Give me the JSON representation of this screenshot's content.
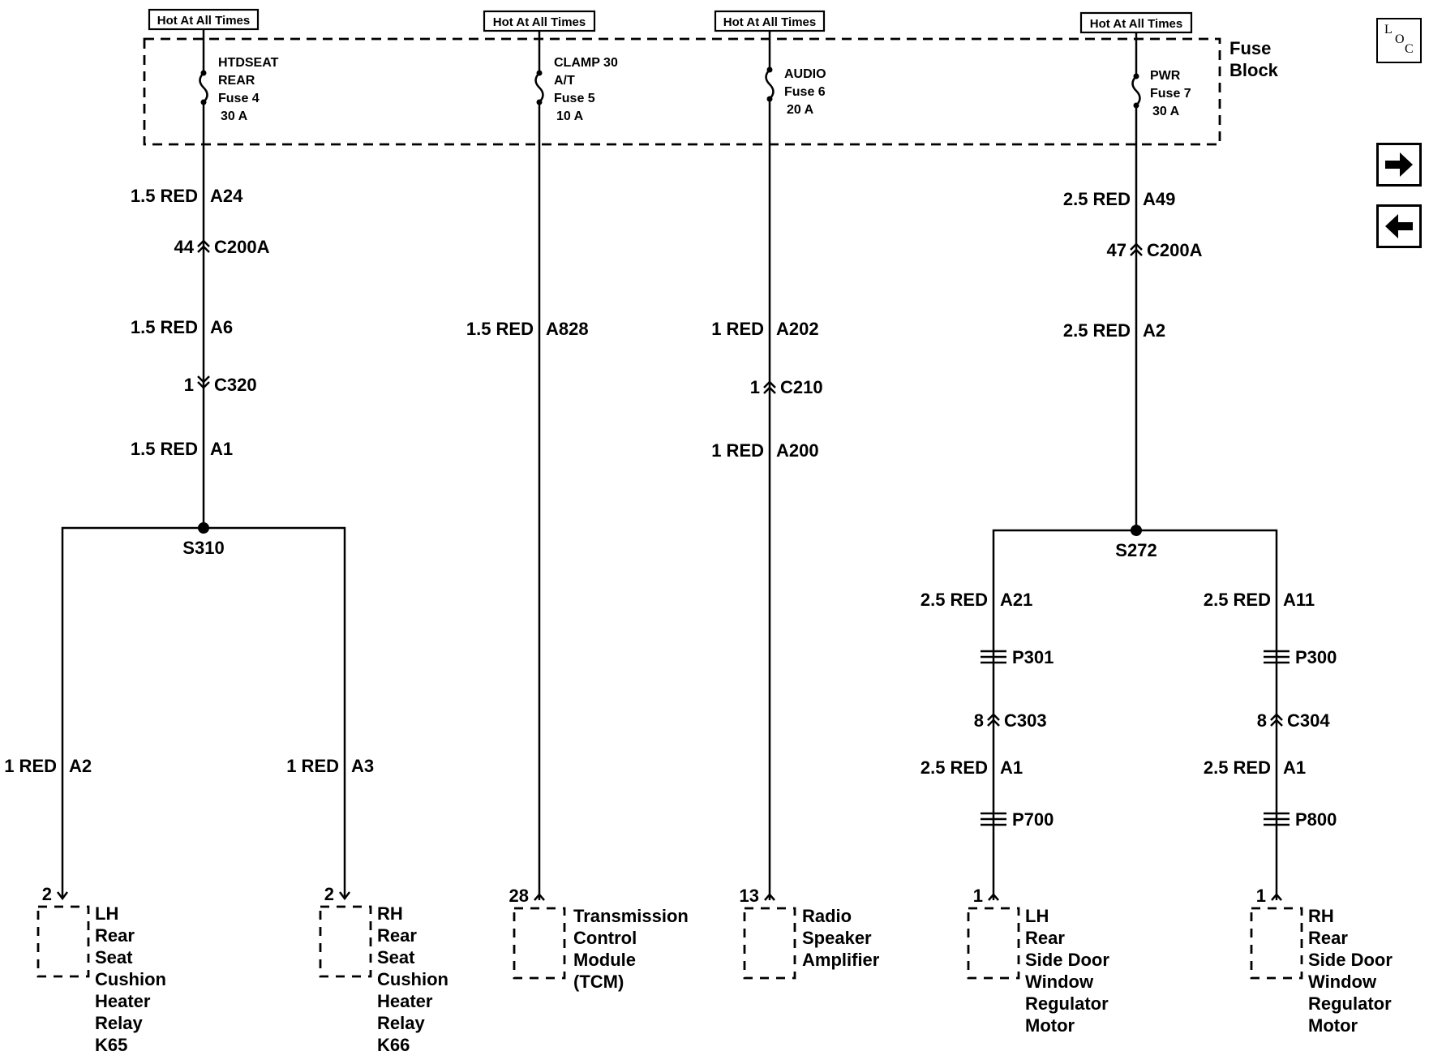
{
  "fuse_block_label": [
    "Fuse",
    "Block"
  ],
  "hot_labels": [
    "Hot At All Times",
    "Hot At All Times",
    "Hot At All Times",
    "Hot At All Times"
  ],
  "fuses": [
    {
      "lines": [
        "HTDSEAT",
        "REAR",
        "Fuse 4",
        "30 A"
      ]
    },
    {
      "lines": [
        "CLAMP 30",
        "A/T",
        "Fuse 5",
        "10 A"
      ]
    },
    {
      "lines": [
        "AUDIO",
        "Fuse 6",
        "20 A"
      ]
    },
    {
      "lines": [
        "PWR",
        "Fuse 7",
        "30 A"
      ]
    }
  ],
  "wire_labels": [
    {
      "size": "1.5 RED",
      "circuit": "A24"
    },
    {
      "size": "1.5 RED",
      "circuit": "A6"
    },
    {
      "size": "1.5 RED",
      "circuit": "A1"
    },
    {
      "size": "1 RED",
      "circuit": "A2"
    },
    {
      "size": "1 RED",
      "circuit": "A3"
    },
    {
      "size": "1.5 RED",
      "circuit": "A828"
    },
    {
      "size": "1 RED",
      "circuit": "A202"
    },
    {
      "size": "1 RED",
      "circuit": "A200"
    },
    {
      "size": "2.5 RED",
      "circuit": "A49"
    },
    {
      "size": "2.5 RED",
      "circuit": "A2"
    },
    {
      "size": "2.5 RED",
      "circuit": "A21"
    },
    {
      "size": "2.5 RED",
      "circuit": "A1"
    },
    {
      "size": "2.5 RED",
      "circuit": "A11"
    },
    {
      "size": "2.5 RED",
      "circuit": "A1"
    }
  ],
  "connectors": [
    {
      "pin": "44",
      "name": "C200A"
    },
    {
      "pin": "1",
      "name": "C320"
    },
    {
      "pin": "1",
      "name": "C210"
    },
    {
      "pin": "47",
      "name": "C200A"
    },
    {
      "pin": "8",
      "name": "C303"
    },
    {
      "pin": "8",
      "name": "C304"
    }
  ],
  "splices": [
    "S310",
    "S272"
  ],
  "pass_throughs": [
    "P301",
    "P700",
    "P300",
    "P800"
  ],
  "components": [
    {
      "pin": "2",
      "lines": [
        "LH",
        "Rear",
        "Seat",
        "Cushion",
        "Heater",
        "Relay",
        "K65"
      ]
    },
    {
      "pin": "2",
      "lines": [
        "RH",
        "Rear",
        "Seat",
        "Cushion",
        "Heater",
        "Relay",
        "K66"
      ]
    },
    {
      "pin": "28",
      "lines": [
        "Transmission",
        "Control",
        "Module",
        "(TCM)"
      ]
    },
    {
      "pin": "13",
      "lines": [
        "Radio",
        "Speaker",
        "Amplifier"
      ]
    },
    {
      "pin": "1",
      "lines": [
        "LH",
        "Rear",
        "Side Door",
        "Window",
        "Regulator",
        "Motor"
      ]
    },
    {
      "pin": "1",
      "lines": [
        "RH",
        "Rear",
        "Side Door",
        "Window",
        "Regulator",
        "Motor"
      ]
    }
  ],
  "nav": {
    "loc_label": [
      "L",
      "O",
      "C"
    ],
    "next_icon": "right-arrow-icon",
    "prev_icon": "left-arrow-icon"
  }
}
